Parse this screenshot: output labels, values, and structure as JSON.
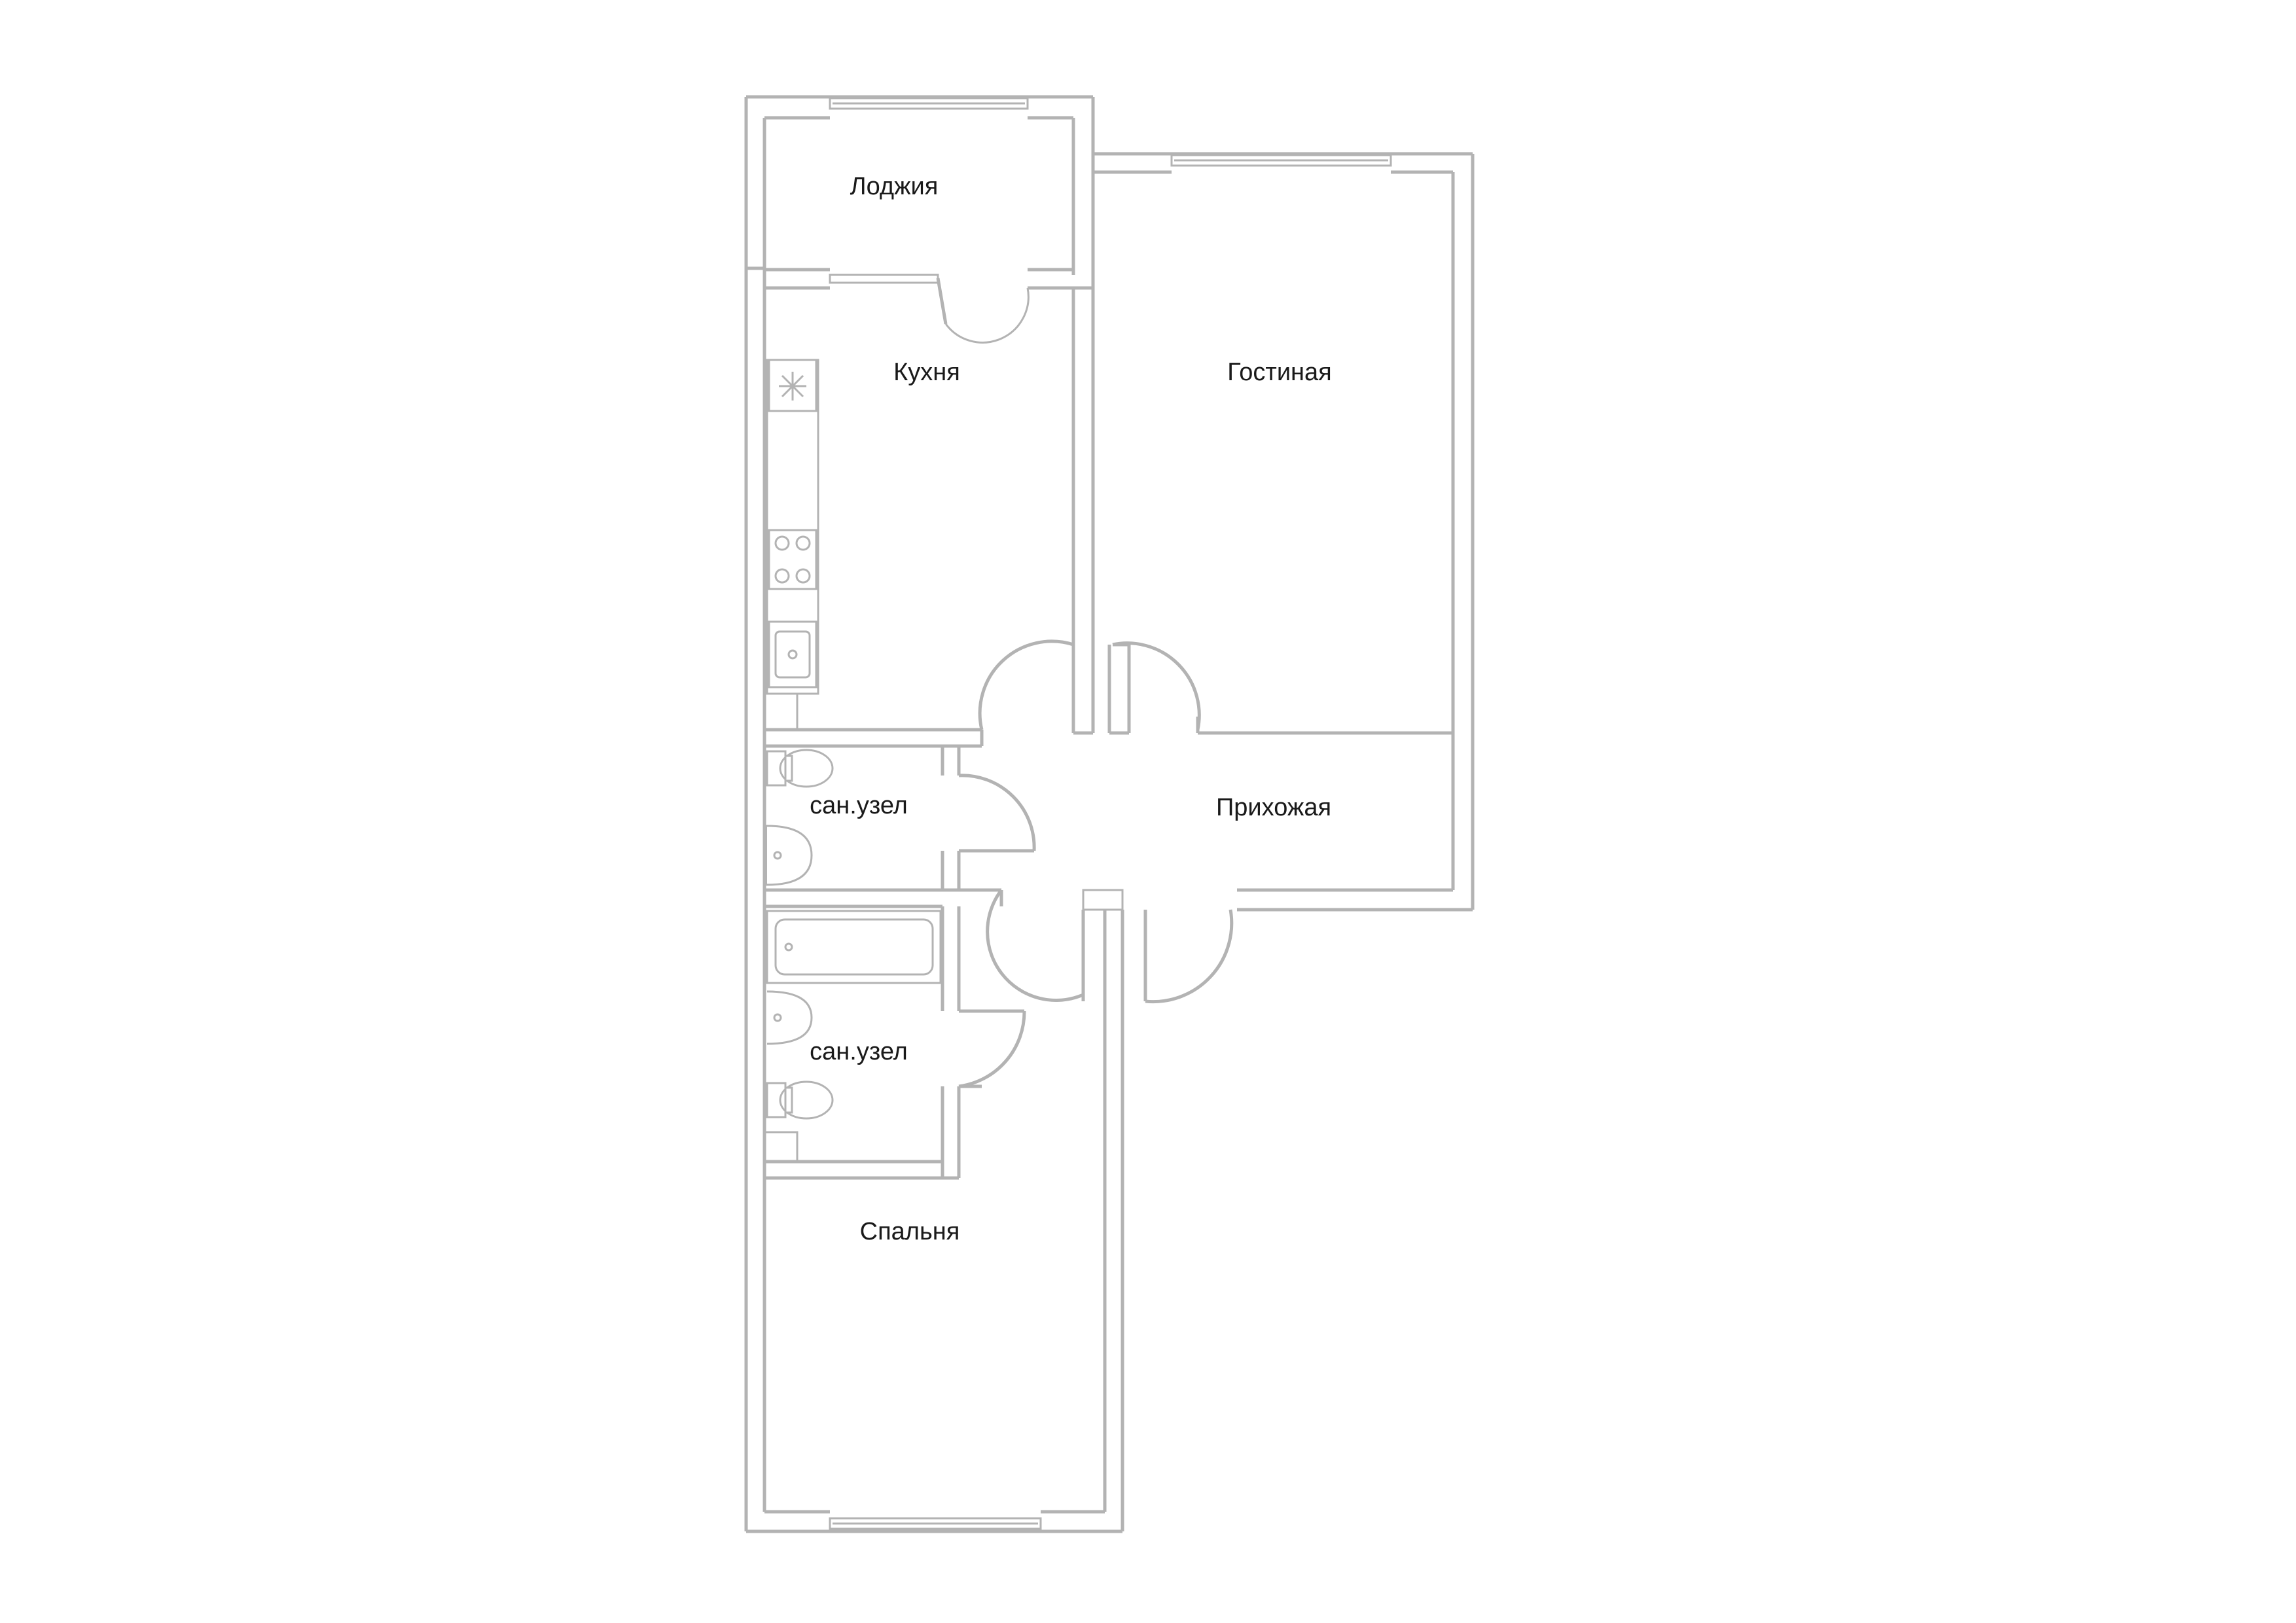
{
  "rooms": {
    "loggia": "Лоджия",
    "kitchen": "Кухня",
    "living": "Гостиная",
    "bath1": "сан.узел",
    "hall": "Прихожая",
    "bath2": "сан.узел",
    "bedroom": "Спальня"
  },
  "colors": {
    "wall": "#b3b3b3",
    "text": "#1a1a1a",
    "background": "#ffffff"
  }
}
